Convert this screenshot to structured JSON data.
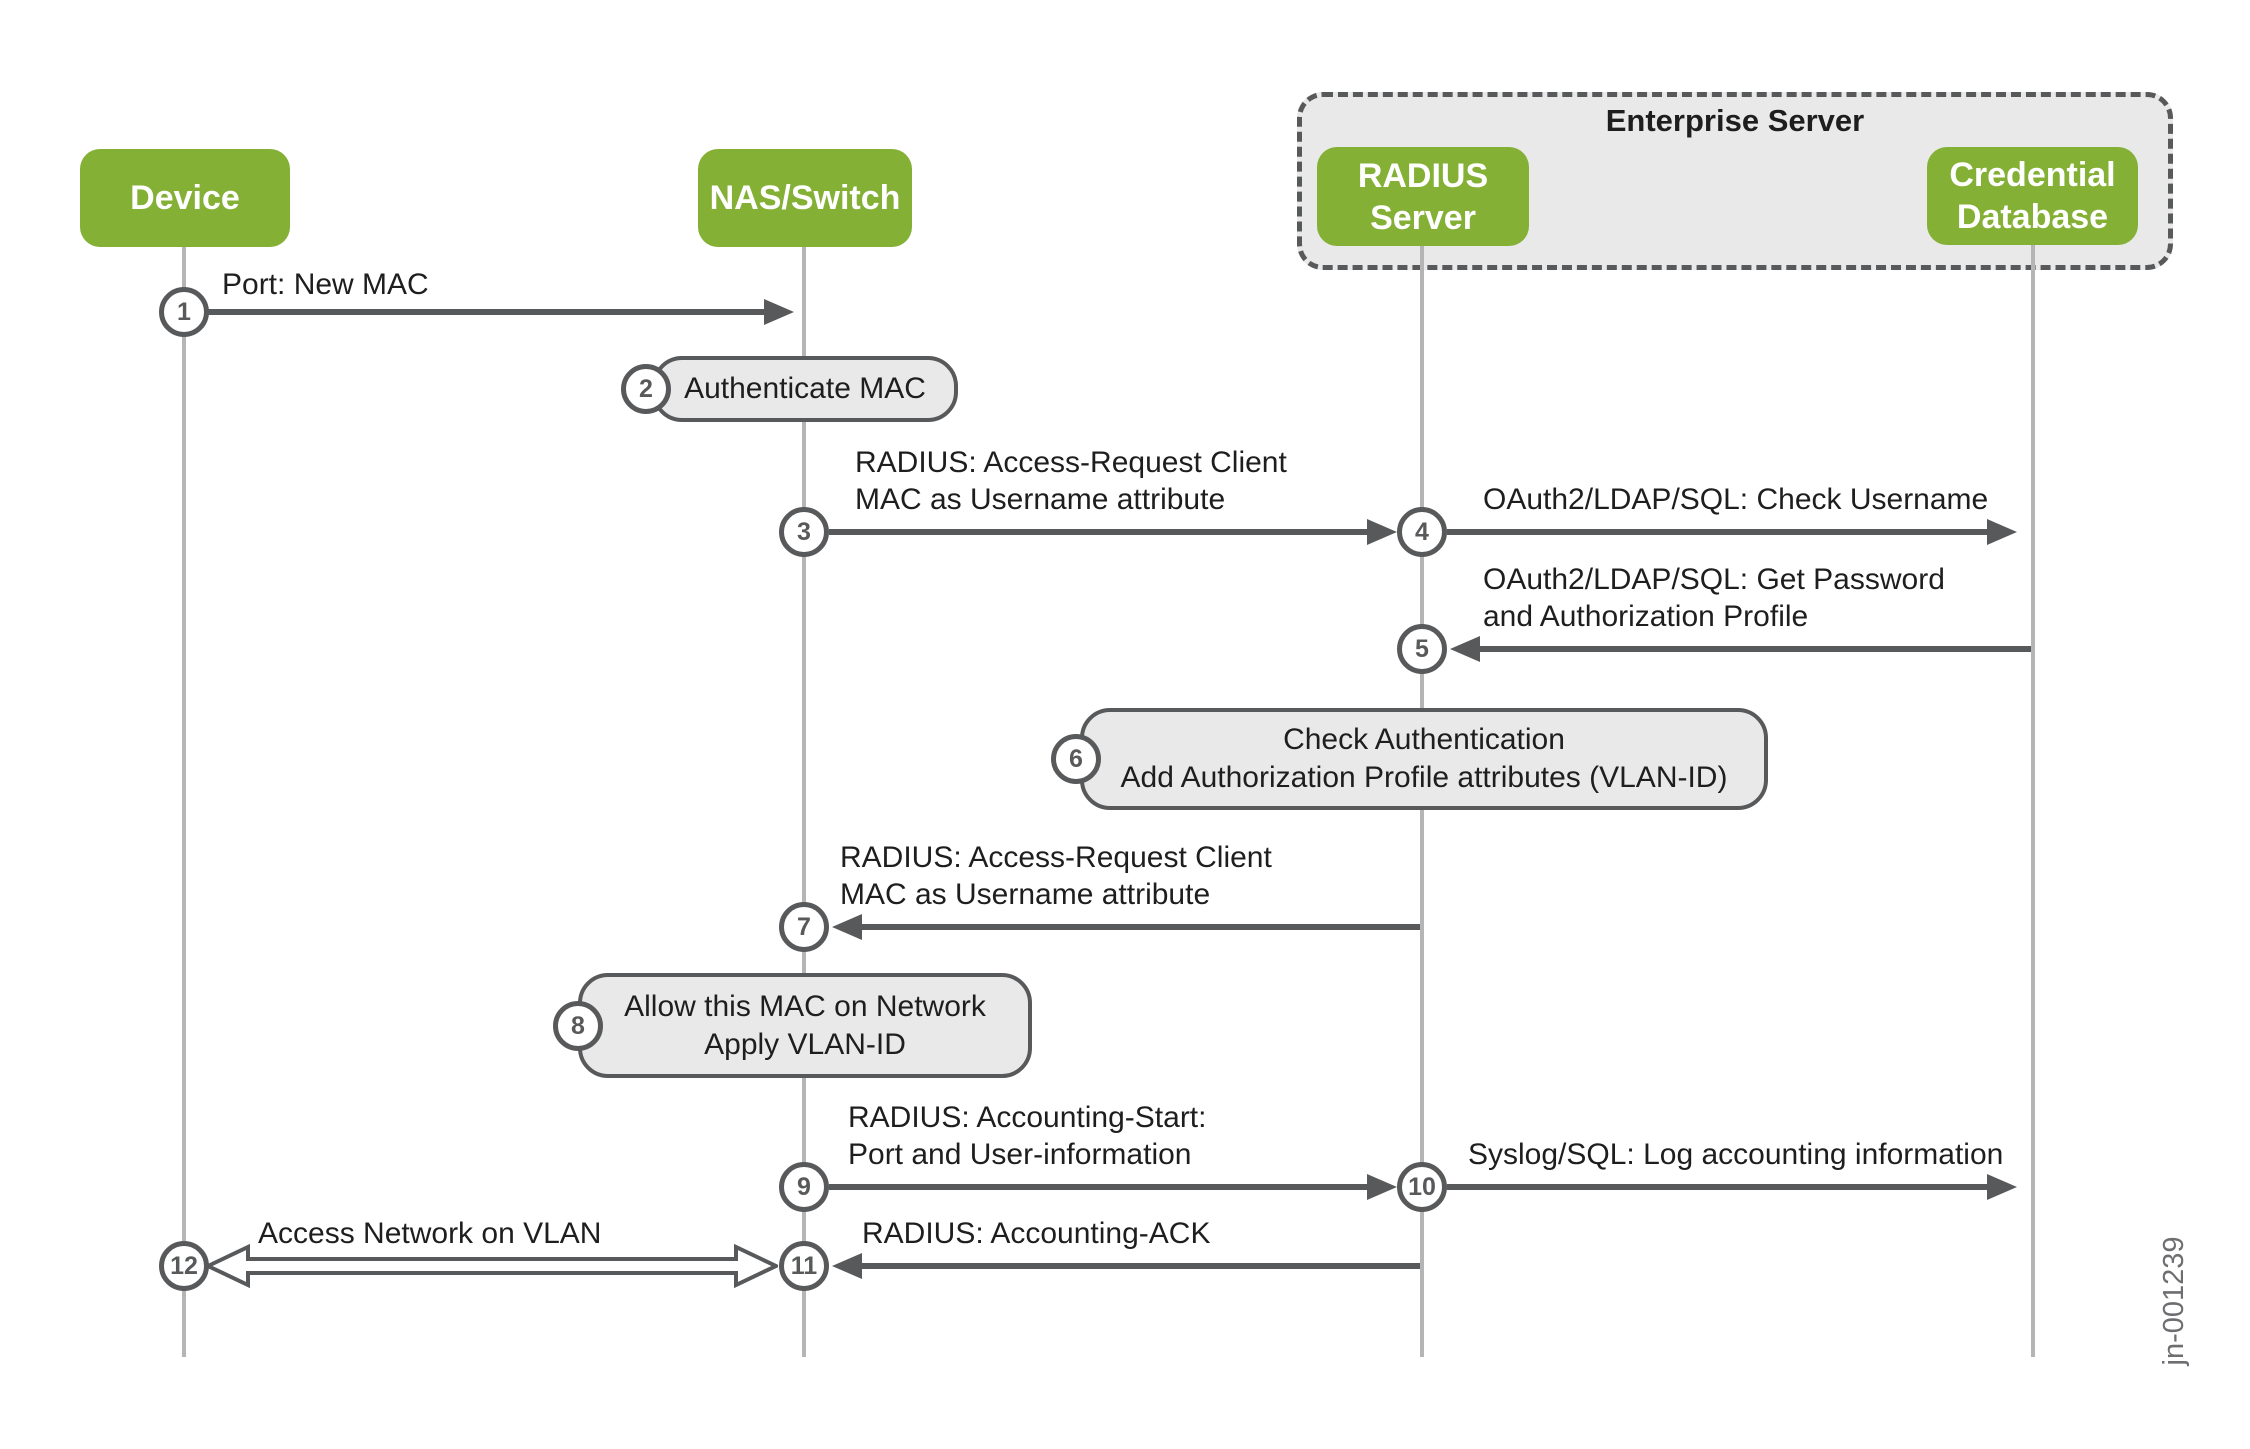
{
  "actors": [
    {
      "label": "Device"
    },
    {
      "label": "NAS/Switch"
    },
    {
      "label": "RADIUS\nServer"
    },
    {
      "label": "Credential\nDatabase"
    }
  ],
  "enterprise": {
    "label": "Enterprise Server"
  },
  "steps": [
    {
      "num": "1",
      "label": "Port: New MAC"
    },
    {
      "num": "2",
      "label": "Authenticate MAC"
    },
    {
      "num": "3",
      "label": "RADIUS: Access-Request Client\nMAC as Username attribute"
    },
    {
      "num": "4",
      "label": "OAuth2/LDAP/SQL: Check Username"
    },
    {
      "num": "5",
      "label": "OAuth2/LDAP/SQL: Get Password\nand Authorization Profile"
    },
    {
      "num": "6",
      "label": "Check Authentication\nAdd Authorization Profile attributes (VLAN-ID)"
    },
    {
      "num": "7",
      "label": "RADIUS: Access-Request Client\nMAC as Username attribute"
    },
    {
      "num": "8",
      "label": "Allow this MAC on Network\nApply VLAN-ID"
    },
    {
      "num": "9",
      "label": "RADIUS: Accounting-Start:\nPort and User-information"
    },
    {
      "num": "10",
      "label": "Syslog/SQL: Log accounting information"
    },
    {
      "num": "11",
      "label": "RADIUS: Accounting-ACK"
    },
    {
      "num": "12",
      "label": "Access Network on VLAN"
    }
  ],
  "watermark": "jn-001239",
  "colors": {
    "green": "#84B135",
    "dark": "#58595B",
    "panel": "#E9E9E9",
    "lifeline": "#B5B5B5",
    "text": "#1E1E1E",
    "wm": "#6D6E71"
  }
}
